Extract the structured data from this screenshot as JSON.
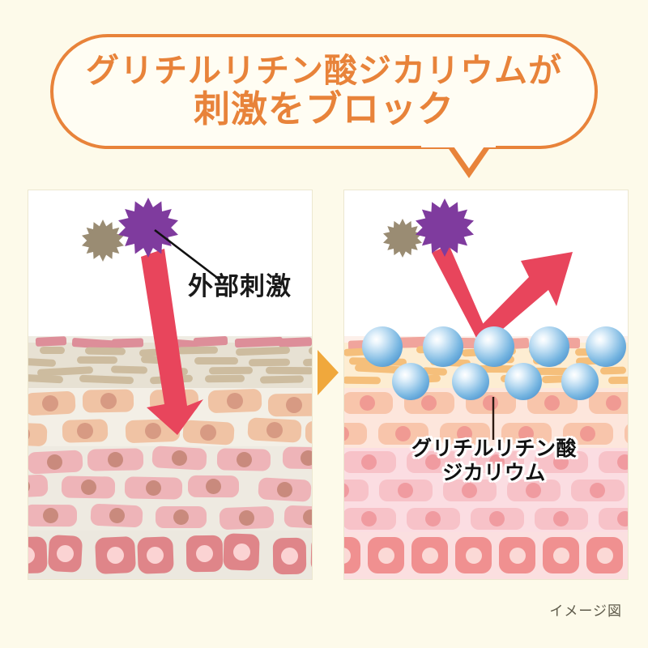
{
  "background_color": "#fdfaea",
  "bubble": {
    "line1": "グリチルリチン酸ジカリウムが",
    "line2": "刺激をブロック",
    "text_color": "#e8833a",
    "border_color": "#e8833a",
    "fill_color": "#fffdf3"
  },
  "panels": {
    "left": {
      "name": "before-panel",
      "caption": "外部刺激",
      "arrow_color": "#e8455c",
      "arrow_direction": "down-into-skin",
      "stimulus_stars": [
        {
          "name": "purple-starburst",
          "color": "#7f3b9e"
        },
        {
          "name": "brown-starburst",
          "color": "#9a8c73"
        }
      ],
      "skin_layers": [
        {
          "name": "corneum-flakes",
          "color": "#dd8e99"
        },
        {
          "name": "corneum-dashes",
          "color": "#cdbc9f",
          "background": "#eae4d8"
        },
        {
          "name": "granular-cells",
          "color": "#f0c3a4",
          "nucleus": "#d79a83"
        },
        {
          "name": "spinous-cells",
          "color": "#eeb4b8",
          "nucleus": "#c98a7d"
        },
        {
          "name": "basal-cells",
          "color": "#df8589",
          "nucleus": "#fbd3d3"
        }
      ]
    },
    "right": {
      "name": "after-panel",
      "caption_line1": "グリチルリチン酸",
      "caption_line2": "ジカリウム",
      "arrow_color": "#e8455c",
      "arrow_direction": "deflected-upward",
      "stimulus_stars": [
        {
          "name": "purple-starburst",
          "color": "#7f3b9e"
        },
        {
          "name": "brown-starburst",
          "color": "#9a8c73"
        }
      ],
      "barrier_spheres": {
        "name": "glycyrrhizin-sphere",
        "color": "#5b9bd5",
        "count_top_row": 5,
        "count_second_row": 4
      },
      "skin_layers": [
        {
          "name": "corneum-flakes",
          "color": "#f0a49c"
        },
        {
          "name": "corneum-dashes",
          "color": "#f5bf7b",
          "background": "#fdedd2"
        },
        {
          "name": "granular-cells",
          "color": "#f8c5ab",
          "nucleus": "#f09a93"
        },
        {
          "name": "spinous-cells",
          "color": "#f7c2c8",
          "nucleus": "#f09ba0"
        },
        {
          "name": "basal-cells",
          "color": "#f09090",
          "nucleus": "#fbd9d6"
        }
      ]
    }
  },
  "transition_arrow": {
    "name": "process-arrow",
    "color": "#f0a83c",
    "direction": "right"
  },
  "footnote": "イメージ図"
}
